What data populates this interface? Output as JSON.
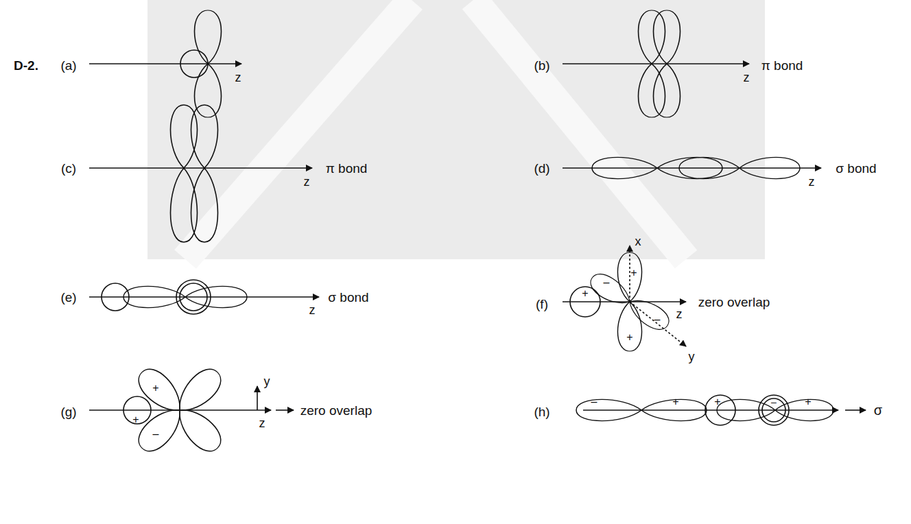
{
  "diagram": {
    "labels": [
      "D-2.",
      "(a)",
      "z",
      "(b)",
      "z",
      "π bond",
      "(c)",
      "z",
      "π bond",
      "(d)",
      "z",
      "σ bond",
      "(e)",
      "z",
      "σ bond",
      "(f)",
      "x",
      "+",
      "–",
      "+",
      "z",
      "zero overlap",
      "–",
      "y",
      "+",
      "(g)",
      "+",
      "y",
      "+",
      "z",
      "zero overlap",
      "–",
      "(h)",
      "–",
      "+",
      "+",
      "–",
      "+",
      "σ"
    ]
  }
}
